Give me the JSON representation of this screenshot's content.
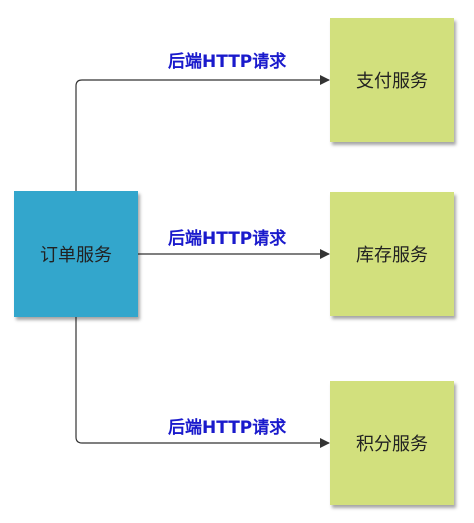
{
  "colors": {
    "order_fill": "#33a6cc",
    "service_fill": "#d2e07d",
    "line": "#333333",
    "label": "#1a1acc"
  },
  "nodes": {
    "order": {
      "label": "订单服务"
    },
    "payment": {
      "label": "支付服务"
    },
    "inventory": {
      "label": "库存服务"
    },
    "points": {
      "label": "积分服务"
    }
  },
  "edges": [
    {
      "from": "order",
      "to": "payment",
      "label": "后端HTTP请求"
    },
    {
      "from": "order",
      "to": "inventory",
      "label": "后端HTTP请求"
    },
    {
      "from": "order",
      "to": "points",
      "label": "后端HTTP请求"
    }
  ]
}
